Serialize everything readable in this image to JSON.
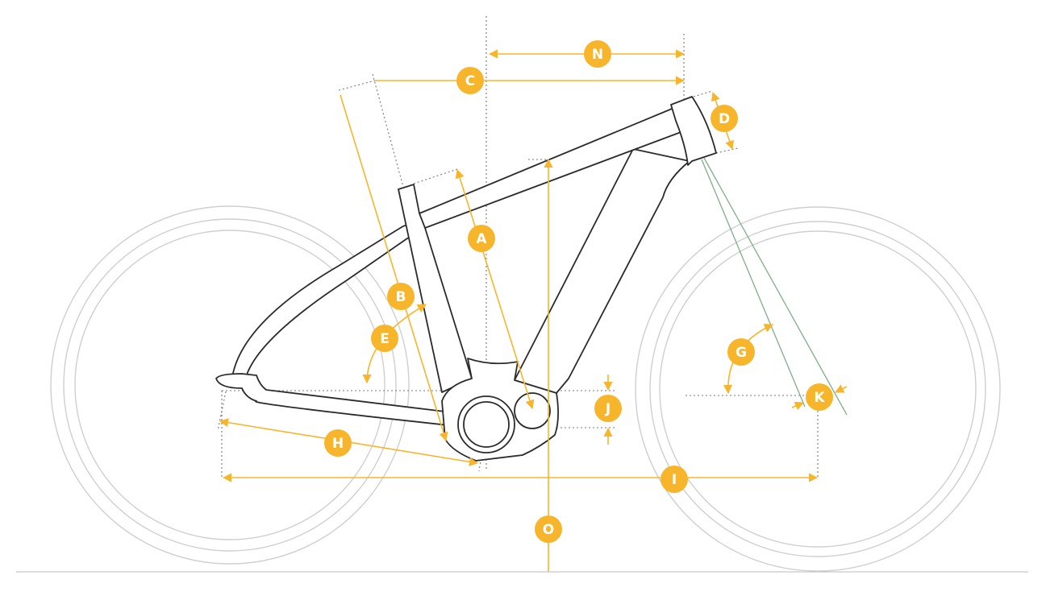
{
  "diagram": {
    "type": "bike-geometry",
    "accent_color": "#f7b52c",
    "fork_line_color": "#7fae8a",
    "labels": {
      "A": "A",
      "B": "B",
      "C": "C",
      "D": "D",
      "E": "E",
      "G": "G",
      "H": "H",
      "I": "I",
      "J": "J",
      "K": "K",
      "N": "N",
      "O": "O"
    }
  }
}
